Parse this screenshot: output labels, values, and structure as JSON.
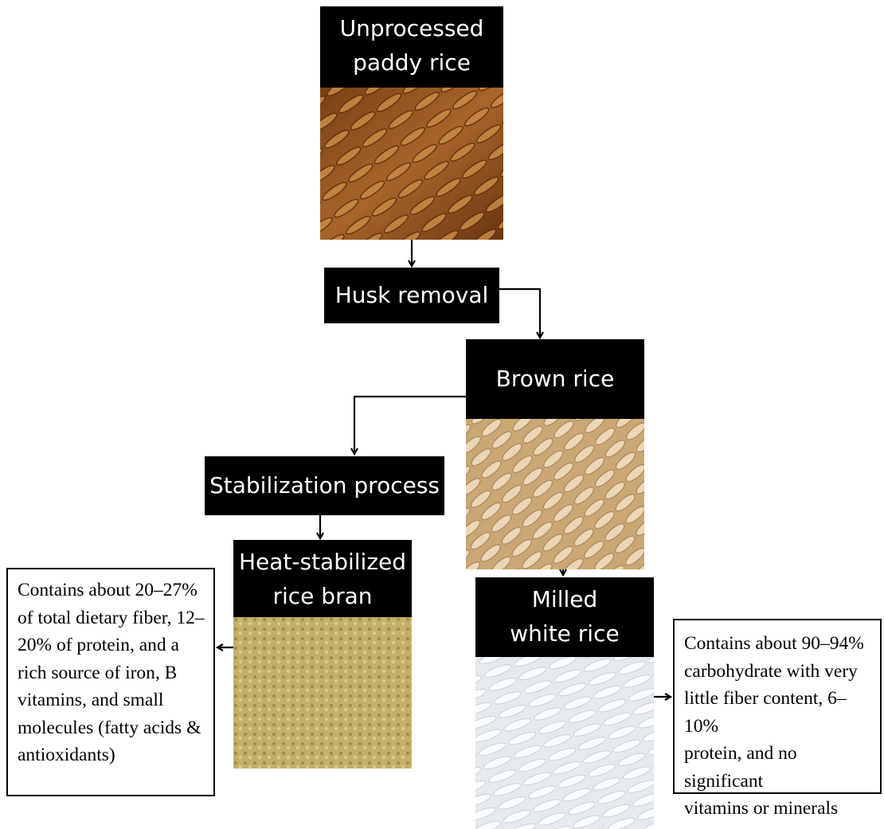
{
  "nodes": {
    "paddy": {
      "label": "Unprocessed paddy rice",
      "line1": "Unprocessed",
      "line2": "paddy  rice"
    },
    "husk": {
      "label": "Husk removal"
    },
    "brown": {
      "label": "Brown rice"
    },
    "stabilization": {
      "label": "Stabilization process"
    },
    "bran": {
      "line1": "Heat-stabilized",
      "line2": "rice bran"
    },
    "white": {
      "line1": "Milled",
      "line2": "white rice"
    }
  },
  "notes": {
    "bran": [
      "Contains about 20–27%",
      "of total dietary fiber, 12–",
      "20% of protein, and a",
      "rich source of iron, B",
      "vitamins,  and small",
      "molecules (fatty acids &",
      "antioxidants)"
    ],
    "white": [
      "Contains about 90–94%",
      "carbohydrate with very",
      "little  fiber content, 6–10%",
      "protein, and no significant",
      "vitamins  or minerals"
    ]
  },
  "colors": {
    "label_bg": "#000000",
    "label_text": "#ffffff",
    "arrow": "#000000",
    "paddy_photo": "#9a5a22",
    "brown_photo": "#d8bf95",
    "bran_photo": "#c2b06a",
    "white_photo": "#eceff1"
  },
  "icons": [
    "paddy-rice-photo",
    "brown-rice-photo",
    "rice-bran-photo",
    "white-rice-photo"
  ]
}
